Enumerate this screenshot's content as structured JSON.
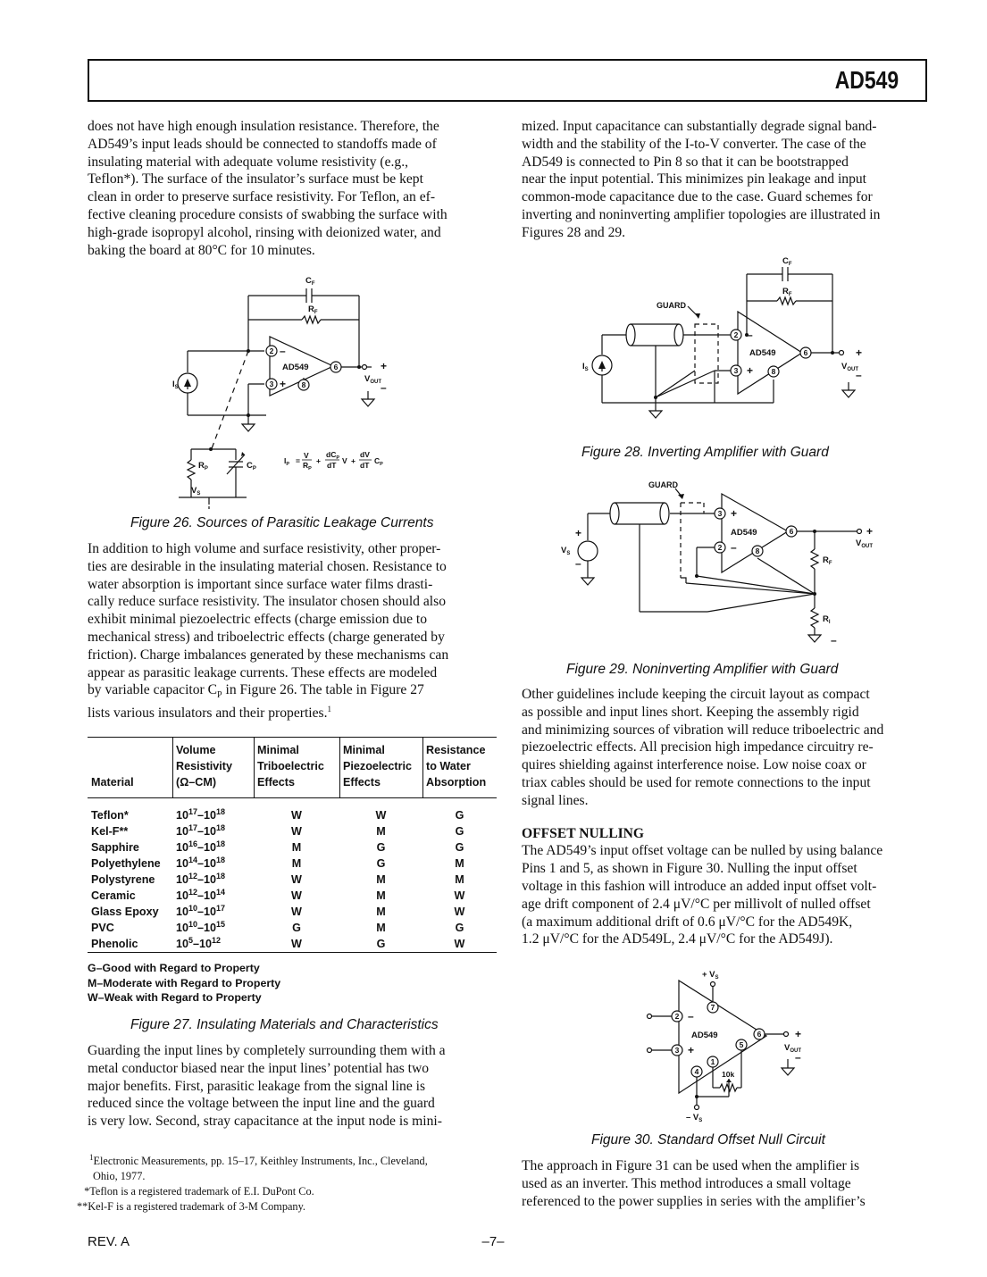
{
  "header": {
    "title": "AD549"
  },
  "left_col": {
    "p1": "does not have high enough insulation resistance. Therefore, the\nAD549’s input leads should be connected to standoffs made of\ninsulating material with adequate volume resistivity (e.g.,\nTeflon*). The surface of the insulator’s surface must be kept\nclean in order to preserve surface resistivity. For Teflon, an ef-\nfective cleaning procedure consists of swabbing the surface with\nhigh-grade isopropyl alcohol, rinsing with deionized water, and\nbaking the board at 80°C for 10 minutes.",
    "p2": "In addition to high volume and surface resistivity, other proper-\nties are desirable in the insulating material chosen. Resistance to\nwater absorption is important since surface water films drasti-\ncally reduce surface resistivity. The insulator chosen should also\nexhibit minimal piezoelectric effects (charge emission due to\nmechanical stress) and triboelectric effects (charge generated by\nfriction). Charge imbalances generated by these mechanisms can\nappear as parasitic leakage currents. These effects are modeled\nby variable capacitor C",
    "p2_sub": "P",
    "p2_tail": " in Figure 26. The table in Figure 27\nlists various insulators and their properties.",
    "p2_fn": "1",
    "p3": "Guarding the input lines by completely surrounding them with a\nmetal conductor biased near the input lines’ potential has two\nmajor benefits. First, parasitic leakage from the signal line is\nreduced since the voltage between the input line and the guard\nis very low. Second, stray capacitance at the input node is mini-"
  },
  "right_col": {
    "p1": "mized. Input capacitance can substantially degrade signal band-\nwidth and the stability of the I-to-V converter. The case of the\nAD549 is connected to Pin 8 so that it can be bootstrapped\nnear the input potential. This minimizes pin leakage and input\ncommon-mode capacitance due to the case. Guard schemes for\ninverting and noninverting amplifier topologies are illustrated in\nFigures 28 and 29.",
    "p2": "Other guidelines include keeping the circuit layout as compact\nas possible and input lines short. Keeping the assembly rigid\nand minimizing sources of vibration will reduce triboelectric and\npiezoelectric effects. All precision high impedance circuitry re-\nquires shielding against interference noise. Low noise coax or\ntriax cables should be used for remote connections to the input\nsignal lines.",
    "offset_heading": "OFFSET NULLING",
    "p3": "The AD549’s input offset voltage can be nulled by using balance\nPins 1 and 5, as shown in Figure 30. Nulling the input offset\nvoltage in this fashion will introduce an added input offset volt-\nage drift component of 2.4 μV/°C per millivolt of nulled offset\n(a maximum additional drift of 0.6 μV/°C for the AD549K,\n1.2 μV/°C for the AD549L, 2.4 μV/°C for the AD549J).",
    "p4": "The approach in Figure 31 can be used when the amplifier is\nused as an inverter. This method introduces a small voltage\nreferenced to the power supplies in series with the amplifier’s"
  },
  "captions": {
    "fig26": "Figure 26.  Sources of Parasitic Leakage Currents",
    "fig27": "Figure 27. Insulating Materials and Characteristics",
    "fig28": "Figure 28.  Inverting Amplifier with Guard",
    "fig29": "Figure 29.  Noninverting Amplifier with Guard",
    "fig30": "Figure 30.  Standard Offset Null Circuit"
  },
  "schematic": {
    "amp": "AD549",
    "pin2": "2",
    "pin3": "3",
    "pin6": "6",
    "pin8": "8",
    "pin7": "7",
    "pin4": "4",
    "pin1": "1",
    "pin5": "5",
    "cf": "C",
    "cf_sub": "F",
    "rf": "R",
    "rf_sub": "F",
    "is": "I",
    "is_sub": "S",
    "rp": "R",
    "rp_sub": "P",
    "cp": "C",
    "cp_sub": "P",
    "vs": "V",
    "vs_sub": "S",
    "vout": "V",
    "vout_sub": "OUT",
    "ri": "R",
    "ri_sub": "I",
    "guard": "GUARD",
    "plus": "+",
    "minus": "–",
    "pos_vs": "+ V",
    "neg_vs": "– V",
    "trim": "10k",
    "equation": {
      "ip": "I",
      "ip_sub": "P",
      "eq": "=",
      "v_num": "V",
      "v_den": "R",
      "v_den_sub": "P",
      "plus": "+",
      "dcp_num": "dC",
      "dcp_num_sub": "P",
      "dt_den": "dT",
      "v_mid": "V",
      "dv_num": "dV",
      "dt_den2": "dT",
      "cp_end": "C",
      "cp_end_sub": "P"
    }
  },
  "table": {
    "headers": [
      [
        "",
        "",
        "Material"
      ],
      [
        "Volume",
        "Resistivity",
        "(Ω–CM)"
      ],
      [
        "Minimal",
        "Triboelectric",
        "Effects"
      ],
      [
        "Minimal",
        "Piezoelectric",
        "Effects"
      ],
      [
        "Resistance",
        "to Water",
        "Absorption"
      ]
    ],
    "rows": [
      {
        "material": "Teflon*",
        "base1": "10",
        "exp1": "17",
        "base2": "–10",
        "exp2": "18",
        "tribo": "W",
        "piezo": "W",
        "water": "G"
      },
      {
        "material": "Kel-F**",
        "base1": "10",
        "exp1": "17",
        "base2": "–10",
        "exp2": "18",
        "tribo": "W",
        "piezo": "M",
        "water": "G"
      },
      {
        "material": "Sapphire",
        "base1": "10",
        "exp1": "16",
        "base2": "–10",
        "exp2": "18",
        "tribo": "M",
        "piezo": "G",
        "water": "G"
      },
      {
        "material": "Polyethylene",
        "base1": "10",
        "exp1": "14",
        "base2": "–10",
        "exp2": "18",
        "tribo": "M",
        "piezo": "G",
        "water": "M"
      },
      {
        "material": "Polystyrene",
        "base1": "10",
        "exp1": "12",
        "base2": "–10",
        "exp2": "18",
        "tribo": "W",
        "piezo": "M",
        "water": "M"
      },
      {
        "material": "Ceramic",
        "base1": "10",
        "exp1": "12",
        "base2": "–10",
        "exp2": "14",
        "tribo": "W",
        "piezo": "M",
        "water": "W"
      },
      {
        "material": "Glass Epoxy",
        "base1": "10",
        "exp1": "10",
        "base2": "–10",
        "exp2": "17",
        "tribo": "W",
        "piezo": "M",
        "water": "W"
      },
      {
        "material": "PVC",
        "base1": "10",
        "exp1": "10",
        "base2": "–10",
        "exp2": "15",
        "tribo": "G",
        "piezo": "M",
        "water": "G"
      },
      {
        "material": "Phenolic",
        "base1": "10",
        "exp1": "5",
        "base2": "–10",
        "exp2": "12",
        "tribo": "W",
        "piezo": "G",
        "water": "W"
      }
    ],
    "legend": [
      "G–Good with Regard to Property",
      "M–Moderate with Regard to Property",
      "W–Weak with Regard to Property"
    ]
  },
  "footnotes": {
    "fn1_mark": "1",
    "fn1": "Electronic Measurements, pp. 15–17, Keithley Instruments, Inc., Cleveland,\nOhio, 1977.",
    "fn2": " *Teflon is a registered trademark of E.I. DuPont Co.",
    "fn3": "**Kel-F is a registered trademark of 3-M Company."
  },
  "footer": {
    "rev": "REV. A",
    "page": "–7–"
  }
}
